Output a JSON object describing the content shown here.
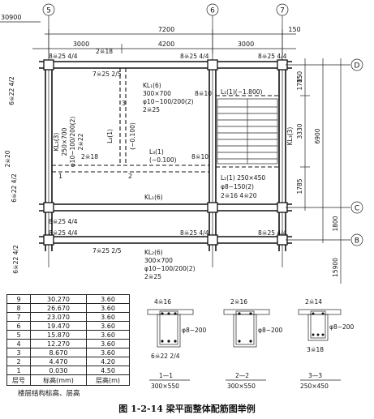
{
  "axes": {
    "top": [
      "5",
      "6",
      "7"
    ],
    "right": [
      "D",
      "C",
      "B"
    ]
  },
  "elevation_top": "30900",
  "dims_top_overall": [
    "7200",
    "150"
  ],
  "dims_top_detail": [
    "3000",
    "4200",
    "3000"
  ],
  "dims_right": [
    "150",
    "1785",
    "3330",
    "1785",
    "6900",
    "1800",
    "15900"
  ],
  "left_dims": [
    "6☠22 4/2",
    "2☠20",
    "6☠22 4/2",
    "6☠22 4/2"
  ],
  "top_beam_labels": [
    "8☠25 4/4",
    "2☠18",
    "7☠25 2/5",
    "8☠25 4/4",
    "8☠25 4/4"
  ],
  "kl1": [
    "KL₁(6)",
    "300×700",
    "φ10−100/200(2)",
    "2☠25"
  ],
  "kl3": [
    "KL₃(3)",
    "250×700",
    "φ10−100/200(2)",
    "2☠22"
  ],
  "l4": [
    "L₄(1)",
    "(−0.100)"
  ],
  "l3": [
    "L₃(1)",
    "(−0.100)"
  ],
  "l1_upper": "L₁(1)(−1.800)",
  "l1_lower": [
    "L₁(1) 250×450",
    "φ8−150(2)",
    "2☠16  4☠20"
  ],
  "kl3_right": "KL₃(3)",
  "kl1_mid": "KL₁(6)",
  "kl2": [
    "KL₂(6)",
    "300×700",
    "φ10−100/200(2)",
    "2☠25"
  ],
  "misc_labels": [
    "2☠18",
    "8☠10",
    "8☠10",
    "1",
    "2",
    "3"
  ],
  "mid_beam_labels": [
    "8☠25 4/4",
    "8☠25 4/4",
    "8☠25 4/4",
    "7☠25 2/5",
    "8☠25 4/4"
  ],
  "floor_table": {
    "rows": [
      [
        "9",
        "30.270",
        "3.60"
      ],
      [
        "8",
        "26.670",
        "3.60"
      ],
      [
        "7",
        "23.070",
        "3.60"
      ],
      [
        "6",
        "19.470",
        "3.60"
      ],
      [
        "5",
        "15.870",
        "3.60"
      ],
      [
        "4",
        "12.270",
        "3.60"
      ],
      [
        "3",
        "8.670",
        "3.60"
      ],
      [
        "2",
        "4.470",
        "4.20"
      ],
      [
        "1",
        "0.030",
        "4.50"
      ]
    ],
    "header": [
      "层号",
      "标高(mm)",
      "层高(m)"
    ],
    "caption": "楼层结构标高、层高"
  },
  "sections": [
    {
      "top": "4☠16",
      "stirrup": "φ8−200",
      "bottom": "6☠22 2/4",
      "name": "1—1",
      "size": "300×550"
    },
    {
      "top": "2☠16",
      "stirrup": "φ8−200",
      "bottom": "",
      "name": "2—2",
      "size": "300×550"
    },
    {
      "top": "2☠14",
      "stirrup": "φ8−200",
      "bottom": "3☠18",
      "name": "3—3",
      "size": "250×450"
    }
  ],
  "figure_caption": "图 1-2-14 梁平面整体配筋图举例"
}
